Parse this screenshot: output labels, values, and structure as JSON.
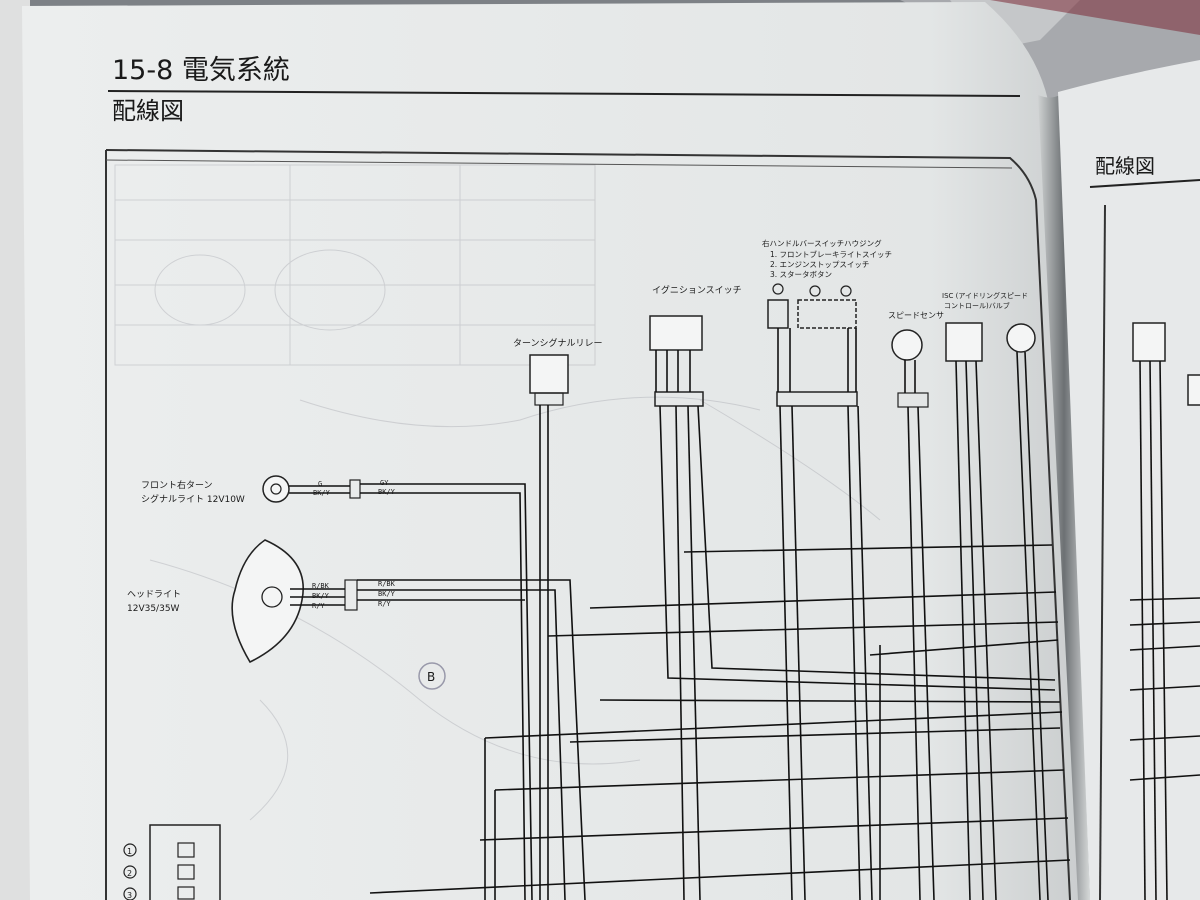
{
  "left_page": {
    "section_title": "15-8 電気系統",
    "subtitle": "配線図",
    "components": {
      "turn_relay": "ターンシグナルリレー",
      "ignition_switch": "イグニションスイッチ",
      "handlebar_switch_title": "右ハンドルバースイッチハウジング",
      "handlebar_switch_item1": "1. フロントブレーキライトスイッチ",
      "handlebar_switch_item2": "2. エンジンストップスイッチ",
      "handlebar_switch_item3": "3. スタータボタン",
      "speed_sensor": "スピードセンサ",
      "isc_label1": "ISC (アイドリングスピード",
      "isc_label2": "コントロール)バルブ",
      "front_right_turn_1": "フロント右ターン",
      "front_right_turn_2": "シグナルライト 12V10W",
      "headlight_1": "ヘッドライト",
      "headlight_2": "12V35/35W"
    },
    "wire_labels": {
      "turn_G": "G",
      "turn_BKY": "BK/Y",
      "turn_GY": "GY",
      "turn_BKY2": "BK/Y",
      "head_RBK": "R/BK",
      "head_BKY": "BK/Y",
      "head_RY": "R/Y",
      "head_RBK2": "R/BK",
      "head_BKY2": "BK/Y",
      "head_RY2": "R/Y"
    },
    "circled_numbers": [
      "1",
      "2",
      "3"
    ],
    "circled_letter": "B"
  },
  "right_page": {
    "subtitle": "配線図"
  }
}
